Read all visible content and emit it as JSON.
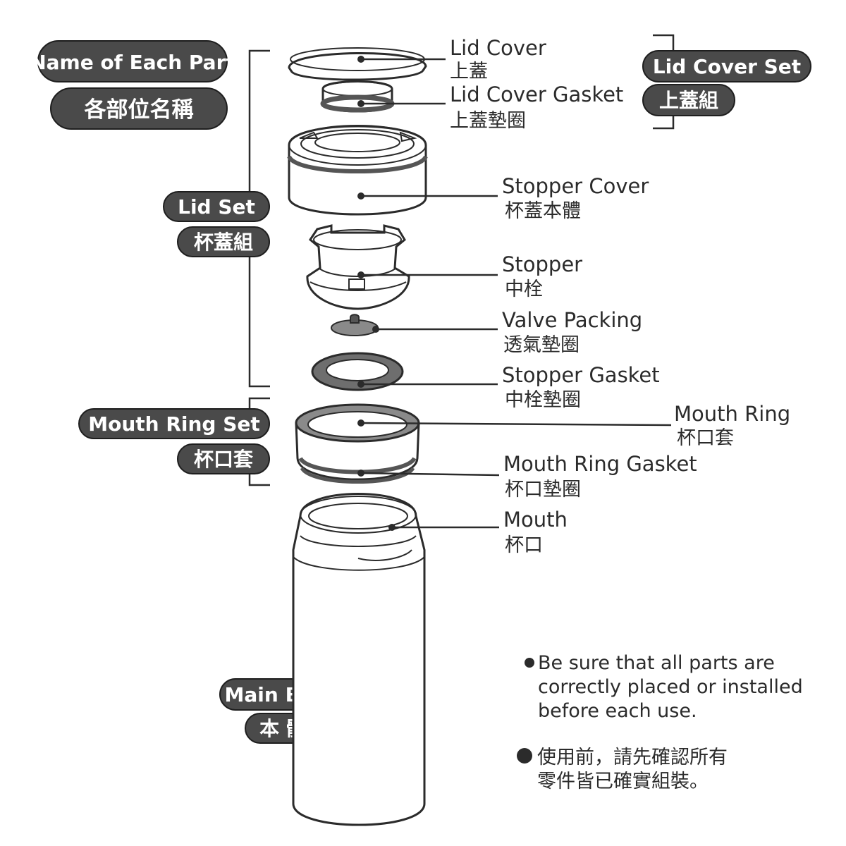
{
  "title": {
    "en": "Name of Each Part",
    "zh": "各部位名稱"
  },
  "groups": {
    "lid_cover_set": {
      "en": "Lid Cover Set",
      "zh": "上蓋組"
    },
    "lid_set": {
      "en": "Lid Set",
      "zh": "杯蓋組"
    },
    "mouth_ring_set": {
      "en": "Mouth Ring Set",
      "zh": "杯口套"
    },
    "main_body": {
      "en": "Main Body",
      "zh": "本 體"
    }
  },
  "parts": {
    "lid_cover": {
      "en": "Lid Cover",
      "zh": "上蓋"
    },
    "lid_cover_gasket": {
      "en": "Lid Cover Gasket",
      "zh": "上蓋墊圈"
    },
    "stopper_cover": {
      "en": "Stopper Cover",
      "zh": "杯蓋本體"
    },
    "stopper": {
      "en": "Stopper",
      "zh": "中栓"
    },
    "valve_packing": {
      "en": "Valve Packing",
      "zh": "透氣墊圈"
    },
    "stopper_gasket": {
      "en": "Stopper Gasket",
      "zh": "中栓墊圈"
    },
    "mouth_ring": {
      "en": "Mouth Ring",
      "zh": "杯口套"
    },
    "mouth_ring_gasket": {
      "en": "Mouth Ring Gasket",
      "zh": "杯口墊圈"
    },
    "mouth": {
      "en": "Mouth",
      "zh": "杯口"
    }
  },
  "notes": {
    "en": [
      "Be sure that all parts are",
      "correctly placed or installed",
      "before each use."
    ],
    "zh": [
      "使用前，請先確認所有",
      "零件皆已確實組裝。"
    ]
  },
  "colors": {
    "pill_fill": "#4a4a4a",
    "line": "#2b2b2b",
    "background": "#ffffff"
  }
}
